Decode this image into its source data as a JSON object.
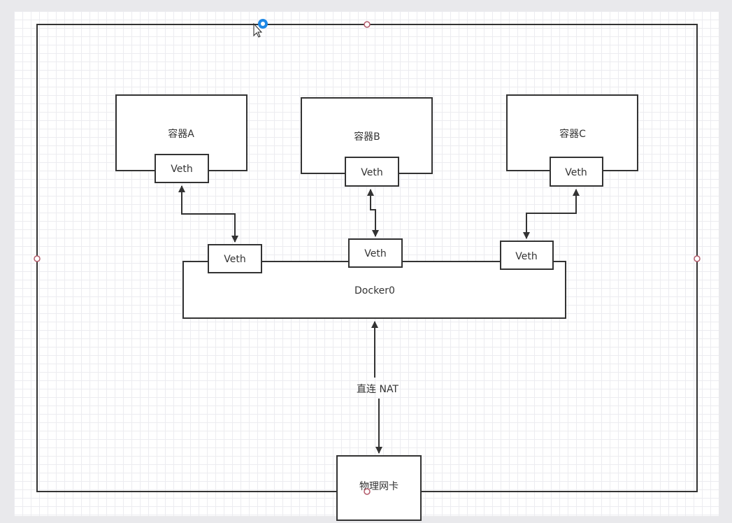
{
  "nodes": {
    "container_a": {
      "label": "容器A",
      "veth_label": "Veth"
    },
    "container_b": {
      "label": "容器B",
      "veth_label": "Veth"
    },
    "container_c": {
      "label": "容器C",
      "veth_label": "Veth"
    },
    "docker0": {
      "label": "Docker0",
      "veth_left": "Veth",
      "veth_mid": "Veth",
      "veth_right": "Veth"
    },
    "nic": {
      "label": "物理网卡"
    }
  },
  "edges": {
    "nat_link_label": "直连 NAT"
  },
  "colors": {
    "stroke": "#333333",
    "selection_handle": "#1e88e5",
    "connection_point": "#b35a6a"
  }
}
